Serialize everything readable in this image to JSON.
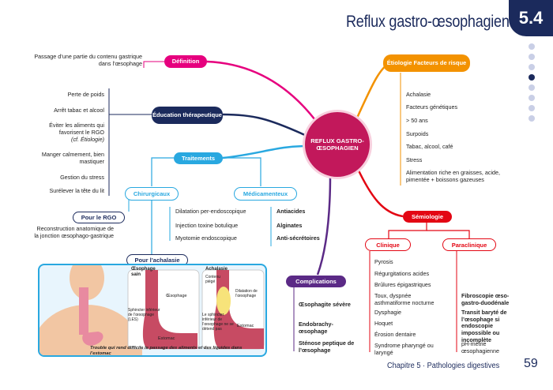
{
  "header": {
    "title": "Reflux gastro-œsophagien",
    "section": "5.4"
  },
  "footer": {
    "chapter": "Chapitre 5 · Pathologies digestives",
    "page": "59"
  },
  "center": "REFLUX GASTRO-ŒSOPHAGIEN",
  "definition": {
    "label": "Définition",
    "text": "Passage d’une partie du contenu gastrique dans l’œsophage"
  },
  "education": {
    "label": "Éducation thérapeutique",
    "items": [
      "Perte de poids",
      "Arrêt tabac et alcool",
      "Éviter les aliments qui favorisent le RGO",
      "(cf. Étiologie)",
      "Manger calmement, bien mastiquer",
      "Gestion du stress",
      "Surélever la tête du lit"
    ]
  },
  "etiologie": {
    "label": "Étiologie Facteurs de risque",
    "items": [
      "Achalasie",
      "Facteurs génétiques",
      "> 50 ans",
      "Surpoids",
      "Tabac, alcool, café",
      "Stress",
      "Alimentation riche en graisses, acide, pimentée + boissons gazeuses"
    ]
  },
  "traitements": {
    "label": "Traitements",
    "chirurgicaux": {
      "label": "Chirurgicaux",
      "items": [
        "Dilatation per-endoscopique",
        "Injection toxine botulique",
        "Myotomie endoscopique"
      ]
    },
    "medicamenteux": {
      "label": "Médicamenteux",
      "items": [
        "Antiacides",
        "Alginates",
        "Anti-sécrétoires"
      ]
    },
    "rgo": {
      "label": "Pour le RGO",
      "text": "Reconstruction anatomique de la jonction œsophago-gastrique"
    },
    "achalasie": {
      "label": "Pour l’achalasie"
    }
  },
  "illustration": {
    "sain_title": "Œsophage sain",
    "ach_title": "Achalasie",
    "labels": [
      "Œsophage",
      "Sphincter inférieur de l’œsophage (LES)",
      "Estomac",
      "Contenu piégé",
      "Dilatation de l’œsophage",
      "Le sphincter inférieur de l’œsophage ne se détend pas",
      "Estomac"
    ],
    "caption": "Trouble qui rend difficile le passage des aliments et des liquides dans l’estomac"
  },
  "complications": {
    "label": "Complications",
    "items": [
      "Œsophagite sévère",
      "Endobrachy-œsophage",
      "Sténose peptique de l’œsophage"
    ]
  },
  "semiologie": {
    "label": "Sémiologie",
    "clinique": {
      "label": "Clinique",
      "items": [
        "Pyrosis",
        "Régurgitations acides",
        "Brûlures épigastriques",
        "Toux, dyspnée asthmatiforme nocturne",
        "Dysphagie",
        "Hoquet",
        "Érosion dentaire",
        "Syndrome pharyngé ou laryngé"
      ]
    },
    "paraclinique": {
      "label": "Paraclinique",
      "items": [
        "Fibroscopie œso-gastro-duodénale",
        "Transit baryté de l’œsophage si endoscopie impossible ou incomplète",
        "pH-métrie œsophagienne"
      ]
    }
  },
  "colors": {
    "magenta": "#e6007e",
    "navy": "#1b2a5c",
    "orange": "#f39200",
    "blue": "#29a8e0",
    "purple": "#5b2a86",
    "red": "#e30613",
    "crimson": "#c2185b"
  }
}
